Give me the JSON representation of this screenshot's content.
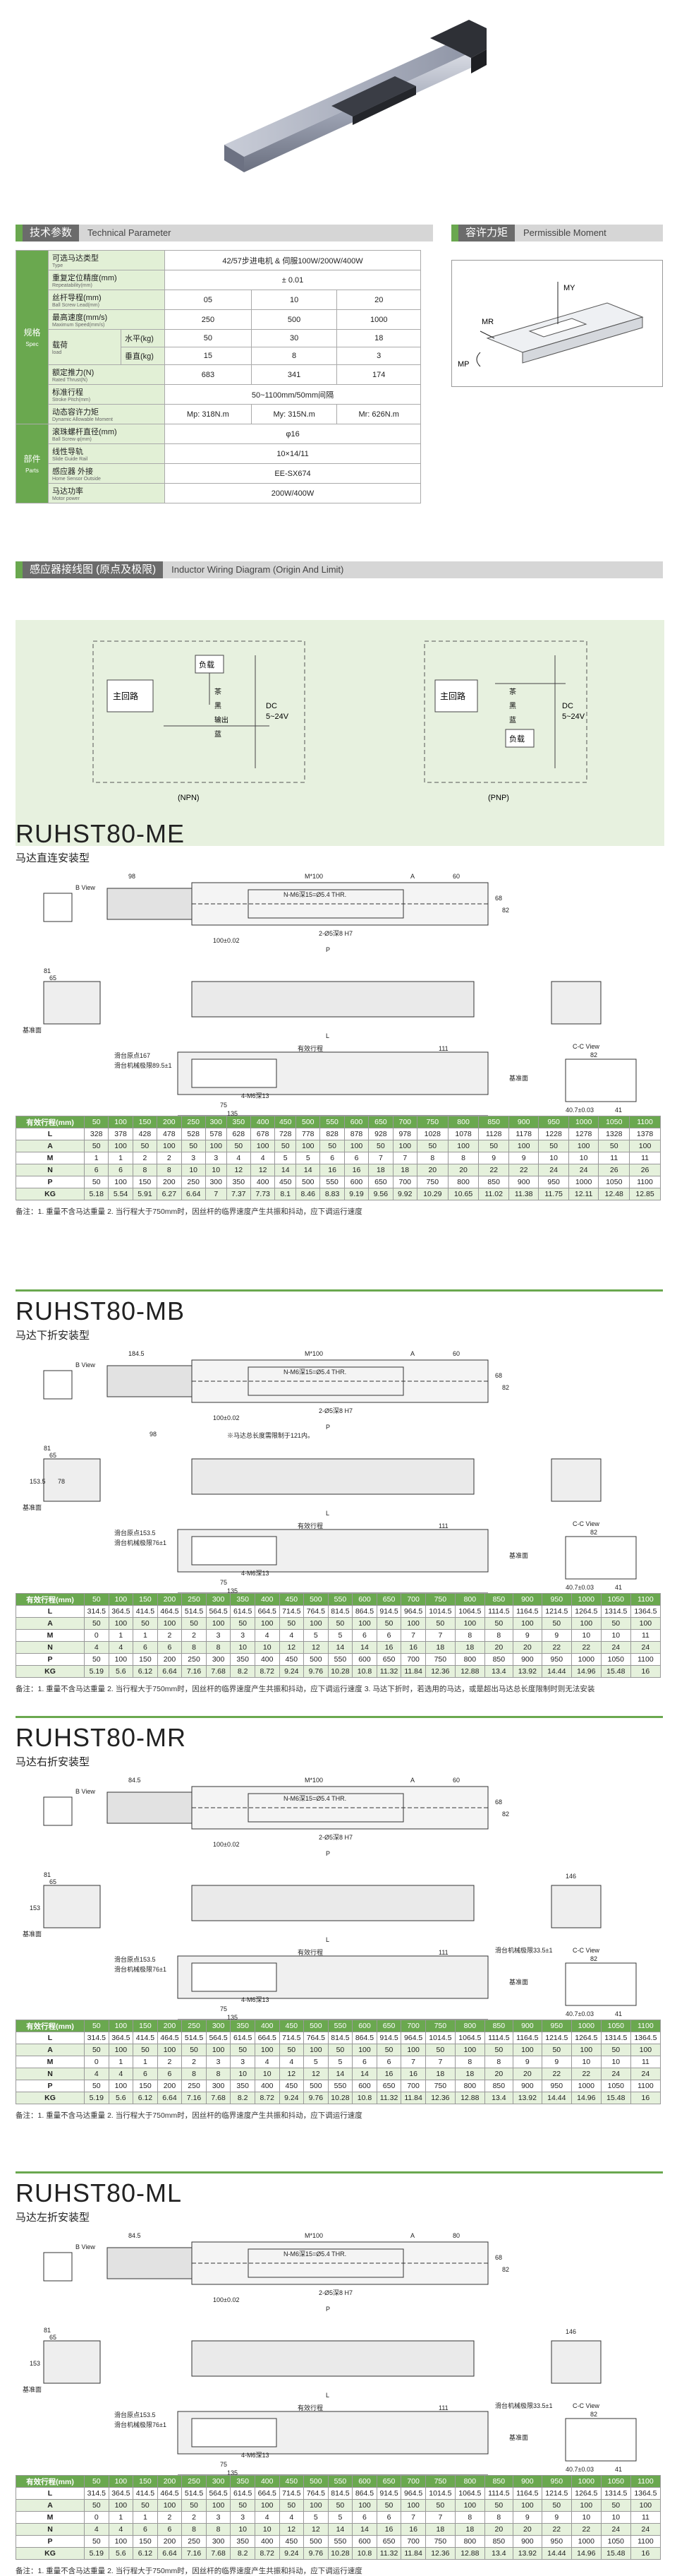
{
  "sections": {
    "spec": {
      "cn": "技术参数",
      "en": "Technical Parameter"
    },
    "moment": {
      "cn": "容许力矩",
      "en": "Permissible Moment"
    },
    "wiring": {
      "cn": "感应器接线图 (原点及极限)",
      "en": "Inductor Wiring Diagram (Origin And Limit)"
    }
  },
  "spec_table": {
    "group_spec": "规格",
    "group_spec_en": "Spec",
    "group_parts": "部件",
    "group_parts_en": "Parts",
    "rows": {
      "motor_type": {
        "label": "可选马达类型",
        "en": "Type",
        "value": "42/57步进电机 & 伺服100W/200W/400W"
      },
      "repeat": {
        "label": "重复定位精度(mm)",
        "en": "Repeatability(mm)",
        "value": "± 0.01"
      },
      "lead": {
        "label": "丝杆导程(mm)",
        "en": "Ball Screw Lead(mm)",
        "values": [
          "05",
          "10",
          "20"
        ]
      },
      "speed": {
        "label": "最高速度(mm/s)",
        "en": "Maximum Speed(mm/s)",
        "values": [
          "250",
          "500",
          "1000"
        ]
      },
      "load": {
        "label": "载荷",
        "en": "load",
        "horizontal": "水平(kg)",
        "vertical": "垂直(kg)",
        "h_values": [
          "50",
          "30",
          "18"
        ],
        "v_values": [
          "15",
          "8",
          "3"
        ]
      },
      "thrust": {
        "label": "额定推力(N)",
        "en": "Rated Thrust(N)",
        "values": [
          "683",
          "341",
          "174"
        ]
      },
      "stroke": {
        "label": "标准行程",
        "en": "Stroke Pitch(mm)",
        "value": "50~1100mm/50mm间隔"
      },
      "moment": {
        "label": "动态容许力矩",
        "en": "Dynamic Allowable Moment",
        "values": [
          "Mp: 318N.m",
          "My: 315N.m",
          "Mr: 626N.m"
        ]
      },
      "ballscrew": {
        "label": "滚珠螺杆直径(mm)",
        "en": "Ball Screw φ(mm)",
        "value": "φ16"
      },
      "guide": {
        "label": "线性导轨",
        "en": "Slide Guide Rail",
        "value": "10×14/11"
      },
      "sensor": {
        "label": "感应器 外接",
        "en": "Home Sensor Outside",
        "value": "EE-SX674"
      },
      "power": {
        "label": "马达功率",
        "en": "Motor power",
        "value": "200W/400W"
      }
    }
  },
  "moment_labels": [
    "MY",
    "MR",
    "MP"
  ],
  "wiring_labels": {
    "npn": "(NPN)",
    "pnp": "(PNP)",
    "main": "主回路",
    "load": "负载",
    "brown": "茶",
    "black": "黑",
    "blue": "蓝",
    "output": "输出",
    "dc": "DC",
    "volt": "5~24V"
  },
  "models": [
    {
      "name": "RUHST80-ME",
      "sub": "马达直连安装型",
      "drawing": {
        "m100": "M*100",
        "thr": "N-M6深15=Ø5.4 THR.",
        "pin": "2-Ø5深8 H7",
        "p100": "100±0.02",
        "pl": "P",
        "l": "L",
        "stroke": "有效行程",
        "dimA": "A",
        "dim60": "60",
        "dim98": "98",
        "dim82": "82",
        "dim68": "68",
        "bview": "B View",
        "ccview": "C-C View",
        "base": "基准面",
        "slider": "滑台原点167",
        "mech": "滑台机械极限89.5±1",
        "m4": "4-M6深13",
        "d111": "111",
        "d135": "135",
        "d75": "75",
        "d81": "81",
        "d65": "65",
        "d40": "40.7±0.03",
        "d41": "41"
      },
      "table": {
        "header": [
          "有效行程(mm)",
          "50",
          "100",
          "150",
          "200",
          "250",
          "300",
          "350",
          "400",
          "450",
          "500",
          "550",
          "600",
          "650",
          "700",
          "750",
          "800",
          "850",
          "900",
          "950",
          "1000",
          "1050",
          "1100"
        ],
        "rows": [
          [
            "L",
            "328",
            "378",
            "428",
            "478",
            "528",
            "578",
            "628",
            "678",
            "728",
            "778",
            "828",
            "878",
            "928",
            "978",
            "1028",
            "1078",
            "1128",
            "1178",
            "1228",
            "1278",
            "1328",
            "1378"
          ],
          [
            "A",
            "50",
            "100",
            "50",
            "100",
            "50",
            "100",
            "50",
            "100",
            "50",
            "100",
            "50",
            "100",
            "50",
            "100",
            "50",
            "100",
            "50",
            "100",
            "50",
            "100",
            "50",
            "100"
          ],
          [
            "M",
            "1",
            "1",
            "2",
            "2",
            "3",
            "3",
            "4",
            "4",
            "5",
            "5",
            "6",
            "6",
            "7",
            "7",
            "8",
            "8",
            "9",
            "9",
            "10",
            "10",
            "11",
            "11"
          ],
          [
            "N",
            "6",
            "6",
            "8",
            "8",
            "10",
            "10",
            "12",
            "12",
            "14",
            "14",
            "16",
            "16",
            "18",
            "18",
            "20",
            "20",
            "22",
            "22",
            "24",
            "24",
            "26",
            "26"
          ],
          [
            "P",
            "50",
            "100",
            "150",
            "200",
            "250",
            "300",
            "350",
            "400",
            "450",
            "500",
            "550",
            "600",
            "650",
            "700",
            "750",
            "800",
            "850",
            "900",
            "950",
            "1000",
            "1050",
            "1100"
          ],
          [
            "KG",
            "5.18",
            "5.54",
            "5.91",
            "6.27",
            "6.64",
            "7",
            "7.37",
            "7.73",
            "8.1",
            "8.46",
            "8.83",
            "9.19",
            "9.56",
            "9.92",
            "10.29",
            "10.65",
            "11.02",
            "11.38",
            "11.75",
            "12.11",
            "12.48",
            "12.85"
          ]
        ]
      },
      "note": "备注：1. 重量不含马达重量 2. 当行程大于750mm时，因丝杆的临界速度产生共振和抖动，应下调运行速度"
    },
    {
      "name": "RUHST80-MB",
      "sub": "马达下折安装型",
      "drawing": {
        "m100": "M*100",
        "thr": "N-M6深15=Ø5.4 THR.",
        "pin": "2-Ø5深8 H7",
        "p100": "100±0.02",
        "pl": "P",
        "l": "L",
        "stroke": "有效行程",
        "dimA": "A",
        "dim60": "60",
        "dim98": "184.5",
        "dim82": "82",
        "dim68": "68",
        "bview": "B View",
        "ccview": "C-C View",
        "base": "基准面",
        "slider": "滑台原点153.5",
        "mech": "滑台机械极限76±1",
        "m4": "4-M6深13",
        "d111": "111",
        "d135": "135",
        "d75": "75",
        "d81": "81",
        "d65": "65",
        "d40": "40.7±0.03",
        "d41": "41",
        "extra": "※马达总长度需限制于121内。",
        "d153": "153.5",
        "d78": "78",
        "d98": "98"
      },
      "table": {
        "header": [
          "有效行程(mm)",
          "50",
          "100",
          "150",
          "200",
          "250",
          "300",
          "350",
          "400",
          "450",
          "500",
          "550",
          "600",
          "650",
          "700",
          "750",
          "800",
          "850",
          "900",
          "950",
          "1000",
          "1050",
          "1100"
        ],
        "rows": [
          [
            "L",
            "314.5",
            "364.5",
            "414.5",
            "464.5",
            "514.5",
            "564.5",
            "614.5",
            "664.5",
            "714.5",
            "764.5",
            "814.5",
            "864.5",
            "914.5",
            "964.5",
            "1014.5",
            "1064.5",
            "1114.5",
            "1164.5",
            "1214.5",
            "1264.5",
            "1314.5",
            "1364.5"
          ],
          [
            "A",
            "50",
            "100",
            "50",
            "100",
            "50",
            "100",
            "50",
            "100",
            "50",
            "100",
            "50",
            "100",
            "50",
            "100",
            "50",
            "100",
            "50",
            "100",
            "50",
            "100",
            "50",
            "100"
          ],
          [
            "M",
            "0",
            "1",
            "1",
            "2",
            "2",
            "3",
            "3",
            "4",
            "4",
            "5",
            "5",
            "6",
            "6",
            "7",
            "7",
            "8",
            "8",
            "9",
            "9",
            "10",
            "10",
            "11"
          ],
          [
            "N",
            "4",
            "4",
            "6",
            "6",
            "8",
            "8",
            "10",
            "10",
            "12",
            "12",
            "14",
            "14",
            "16",
            "16",
            "18",
            "18",
            "20",
            "20",
            "22",
            "22",
            "24",
            "24"
          ],
          [
            "P",
            "50",
            "100",
            "150",
            "200",
            "250",
            "300",
            "350",
            "400",
            "450",
            "500",
            "550",
            "600",
            "650",
            "700",
            "750",
            "800",
            "850",
            "900",
            "950",
            "1000",
            "1050",
            "1100"
          ],
          [
            "KG",
            "5.19",
            "5.6",
            "6.12",
            "6.64",
            "7.16",
            "7.68",
            "8.2",
            "8.72",
            "9.24",
            "9.76",
            "10.28",
            "10.8",
            "11.32",
            "11.84",
            "12.36",
            "12.88",
            "13.4",
            "13.92",
            "14.44",
            "14.96",
            "15.48",
            "16"
          ]
        ]
      },
      "note": "备注：1. 重量不含马达重量 2. 当行程大于750mm时，因丝杆的临界速度产生共振和抖动，应下调运行速度 3. 马达下折时，若选用的马达，或是超出马达总长度限制时则无法安装"
    },
    {
      "name": "RUHST80-MR",
      "sub": "马达右折安装型",
      "drawing": {
        "m100": "M*100",
        "thr": "N-M6深15=Ø5.4 THR.",
        "pin": "2-Ø5深8 H7",
        "p100": "100±0.02",
        "pl": "P",
        "l": "L",
        "stroke": "有效行程",
        "dimA": "A",
        "dim60": "60",
        "dim98": "84.5",
        "dim82": "82",
        "dim68": "68",
        "bview": "B View",
        "ccview": "C-C View",
        "base": "基准面",
        "slider": "滑台原点153.5",
        "mech": "滑台机械极限76±1",
        "m4": "4-M6深13",
        "d111": "111",
        "d135": "135",
        "d75": "75",
        "d81": "81",
        "d65": "65",
        "d40": "40.7±0.03",
        "d41": "41",
        "d146": "146",
        "mech2": "滑台机械极限33.5±1",
        "d153": "153"
      },
      "table": {
        "header": [
          "有效行程(mm)",
          "50",
          "100",
          "150",
          "200",
          "250",
          "300",
          "350",
          "400",
          "450",
          "500",
          "550",
          "600",
          "650",
          "700",
          "750",
          "800",
          "850",
          "900",
          "950",
          "1000",
          "1050",
          "1100"
        ],
        "rows": [
          [
            "L",
            "314.5",
            "364.5",
            "414.5",
            "464.5",
            "514.5",
            "564.5",
            "614.5",
            "664.5",
            "714.5",
            "764.5",
            "814.5",
            "864.5",
            "914.5",
            "964.5",
            "1014.5",
            "1064.5",
            "1114.5",
            "1164.5",
            "1214.5",
            "1264.5",
            "1314.5",
            "1364.5"
          ],
          [
            "A",
            "50",
            "100",
            "50",
            "100",
            "50",
            "100",
            "50",
            "100",
            "50",
            "100",
            "50",
            "100",
            "50",
            "100",
            "50",
            "100",
            "50",
            "100",
            "50",
            "100",
            "50",
            "100"
          ],
          [
            "M",
            "0",
            "1",
            "1",
            "2",
            "2",
            "3",
            "3",
            "4",
            "4",
            "5",
            "5",
            "6",
            "6",
            "7",
            "7",
            "8",
            "8",
            "9",
            "9",
            "10",
            "10",
            "11"
          ],
          [
            "N",
            "4",
            "4",
            "6",
            "6",
            "8",
            "8",
            "10",
            "10",
            "12",
            "12",
            "14",
            "14",
            "16",
            "16",
            "18",
            "18",
            "20",
            "20",
            "22",
            "22",
            "24",
            "24"
          ],
          [
            "P",
            "50",
            "100",
            "150",
            "200",
            "250",
            "300",
            "350",
            "400",
            "450",
            "500",
            "550",
            "600",
            "650",
            "700",
            "750",
            "800",
            "850",
            "900",
            "950",
            "1000",
            "1050",
            "1100"
          ],
          [
            "KG",
            "5.19",
            "5.6",
            "6.12",
            "6.64",
            "7.16",
            "7.68",
            "8.2",
            "8.72",
            "9.24",
            "9.76",
            "10.28",
            "10.8",
            "11.32",
            "11.84",
            "12.36",
            "12.88",
            "13.4",
            "13.92",
            "14.44",
            "14.96",
            "15.48",
            "16"
          ]
        ]
      },
      "note": "备注：1. 重量不含马达重量 2. 当行程大于750mm时，因丝杆的临界速度产生共振和抖动，应下调运行速度"
    },
    {
      "name": "RUHST80-ML",
      "sub": "马达左折安装型",
      "drawing": {
        "m100": "M*100",
        "thr": "N-M6深15=Ø5.4 THR.",
        "pin": "2-Ø5深8 H7",
        "p100": "100±0.02",
        "pl": "P",
        "l": "L",
        "stroke": "有效行程",
        "dimA": "A",
        "dim60": "80",
        "dim98": "84.5",
        "dim82": "82",
        "dim68": "68",
        "bview": "B View",
        "ccview": "C-C View",
        "base": "基准面",
        "slider": "滑台原点153.5",
        "mech": "滑台机械极限76±1",
        "m4": "4-M6深13",
        "d111": "111",
        "d135": "135",
        "d75": "75",
        "d81": "81",
        "d65": "65",
        "d40": "40.7±0.03",
        "d41": "41",
        "d146": "146",
        "mech2": "滑台机械极限33.5±1",
        "d153": "153"
      },
      "table": {
        "header": [
          "有效行程(mm)",
          "50",
          "100",
          "150",
          "200",
          "250",
          "300",
          "350",
          "400",
          "450",
          "500",
          "550",
          "600",
          "650",
          "700",
          "750",
          "800",
          "850",
          "900",
          "950",
          "1000",
          "1050",
          "1100"
        ],
        "rows": [
          [
            "L",
            "314.5",
            "364.5",
            "414.5",
            "464.5",
            "514.5",
            "564.5",
            "614.5",
            "664.5",
            "714.5",
            "764.5",
            "814.5",
            "864.5",
            "914.5",
            "964.5",
            "1014.5",
            "1064.5",
            "1114.5",
            "1164.5",
            "1214.5",
            "1264.5",
            "1314.5",
            "1364.5"
          ],
          [
            "A",
            "50",
            "100",
            "50",
            "100",
            "50",
            "100",
            "50",
            "100",
            "50",
            "100",
            "50",
            "100",
            "50",
            "100",
            "50",
            "100",
            "50",
            "100",
            "50",
            "100",
            "50",
            "100"
          ],
          [
            "M",
            "0",
            "1",
            "1",
            "2",
            "2",
            "3",
            "3",
            "4",
            "4",
            "5",
            "5",
            "6",
            "6",
            "7",
            "7",
            "8",
            "8",
            "9",
            "9",
            "10",
            "10",
            "11"
          ],
          [
            "N",
            "4",
            "4",
            "6",
            "6",
            "8",
            "8",
            "10",
            "10",
            "12",
            "12",
            "14",
            "14",
            "16",
            "16",
            "18",
            "18",
            "20",
            "20",
            "22",
            "22",
            "24",
            "24"
          ],
          [
            "P",
            "50",
            "100",
            "150",
            "200",
            "250",
            "300",
            "350",
            "400",
            "450",
            "500",
            "550",
            "600",
            "650",
            "700",
            "750",
            "800",
            "850",
            "900",
            "950",
            "1000",
            "1050",
            "1100"
          ],
          [
            "KG",
            "5.19",
            "5.6",
            "6.12",
            "6.64",
            "7.16",
            "7.68",
            "8.2",
            "8.72",
            "9.24",
            "9.76",
            "10.28",
            "10.8",
            "11.32",
            "11.84",
            "12.36",
            "12.88",
            "13.4",
            "13.92",
            "14.44",
            "14.96",
            "15.48",
            "16"
          ]
        ]
      },
      "note": "备注：1. 重量不含马达重量 2. 当行程大于750mm时，因丝杆的临界速度产生共振和抖动，应下调运行速度"
    }
  ]
}
